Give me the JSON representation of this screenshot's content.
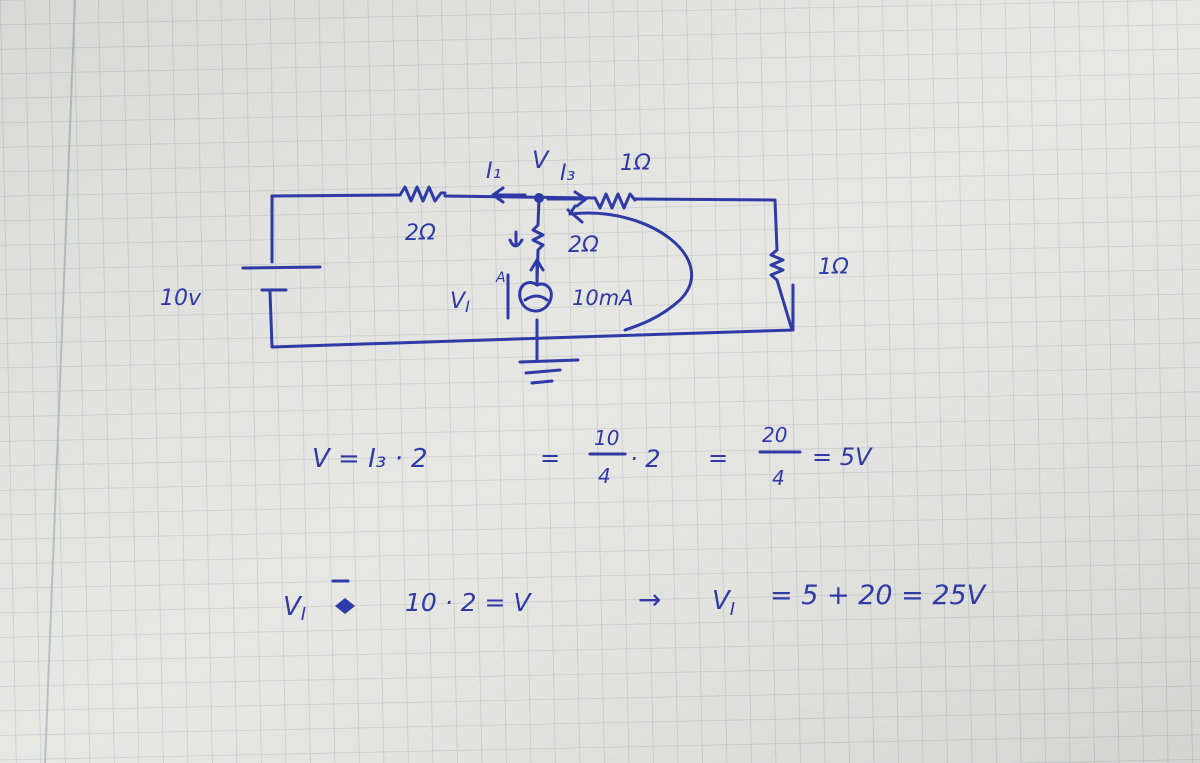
{
  "circuit": {
    "source_voltage": "10v",
    "r_left": "2Ω",
    "r_top_right": "1Ω",
    "r_middle": "2Ω",
    "r_right": "1Ω",
    "current_source": "10mA",
    "label_i1": "I₁",
    "label_v": "V",
    "label_i3": "I₃",
    "label_vi": "V",
    "label_vi_sub": "I",
    "label_a": "A"
  },
  "equations": {
    "line1": {
      "lhs": "V = I₃ · 2",
      "eq1": "=",
      "frac1_num": "10",
      "frac1_den": "4",
      "times2": "· 2",
      "eq2": "=",
      "frac2_num": "20",
      "frac2_den": "4",
      "result": "= 5V"
    },
    "line2": {
      "lhs": "V",
      "lhs_sub": "I",
      "mid": "10 · 2 = V",
      "arrow": "→",
      "rhs": "V",
      "rhs_sub": "I",
      "result": "= 5 + 20 = 25V"
    }
  },
  "colors": {
    "ink": "#2f3aa6",
    "paper": "#e6e6e3",
    "grid": "#c4c7cb"
  }
}
